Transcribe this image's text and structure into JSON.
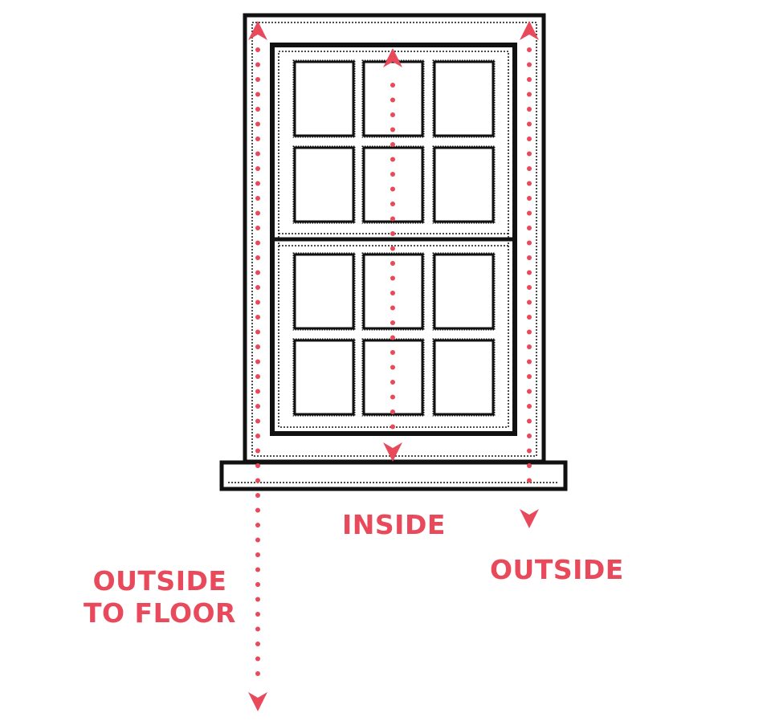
{
  "labels": {
    "inside": "INSIDE",
    "outside": "OUTSIDE",
    "outside_to_floor_line1": "OUTSIDE",
    "outside_to_floor_line2": "TO FLOOR"
  },
  "colors": {
    "accent": "#e8495b",
    "line": "#111111",
    "background": "#ffffff"
  }
}
